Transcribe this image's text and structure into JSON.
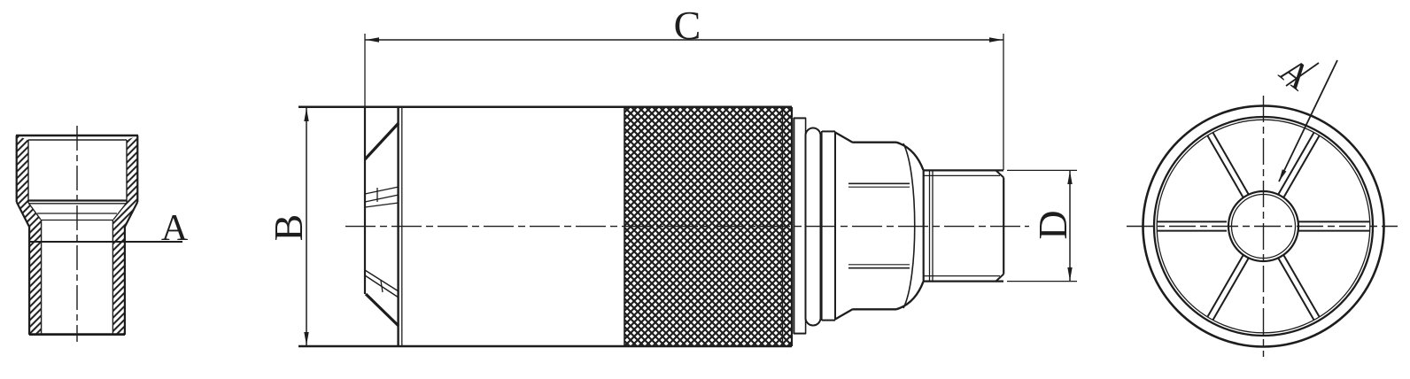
{
  "drawing": {
    "background_color": "#ffffff",
    "line_color": "#1d1d1d",
    "labels": {
      "section_cut": "A",
      "dim_body_diameter": "B",
      "dim_overall_length": "C",
      "dim_thread_diameter": "D",
      "end_view_leader": "A"
    }
  }
}
